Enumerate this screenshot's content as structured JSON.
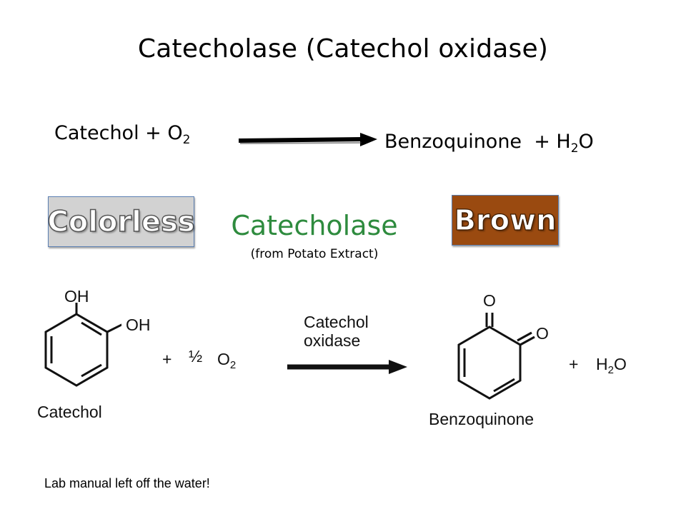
{
  "title": "Catecholase (Catechol oxidase)",
  "equation": {
    "reactants": "Catechol + O",
    "reactant_o2_subscript": "2",
    "products_prefix": "Benzoquinone  + H",
    "product_h2o_subscript": "2",
    "products_suffix": "O"
  },
  "badges": {
    "left": {
      "label": "Colorless",
      "color": "#d2d2d2"
    },
    "right": {
      "label": "Brown",
      "color": "#9a4a10"
    }
  },
  "enzyme": {
    "name": "Catecholase",
    "source": "(from Potato Extract)",
    "color": "#2e8b3e"
  },
  "diagram": {
    "catechol_oh_top": "OH",
    "catechol_oh_side": "OH",
    "catechol_label": "Catechol",
    "plus_1": "+",
    "half": "½",
    "o2_prefix": "O",
    "o2_subscript": "2",
    "arrow_label_line1": "Catechol",
    "arrow_label_line2": "oxidase",
    "benzoquinone_o_top": "O",
    "benzoquinone_o_side": "O",
    "benzoquinone_label": "Benzoquinone",
    "plus_2": "+",
    "h2o_prefix": "H",
    "h2o_subscript": "2",
    "h2o_suffix": "O"
  },
  "footnote": "Lab manual left off the water!"
}
